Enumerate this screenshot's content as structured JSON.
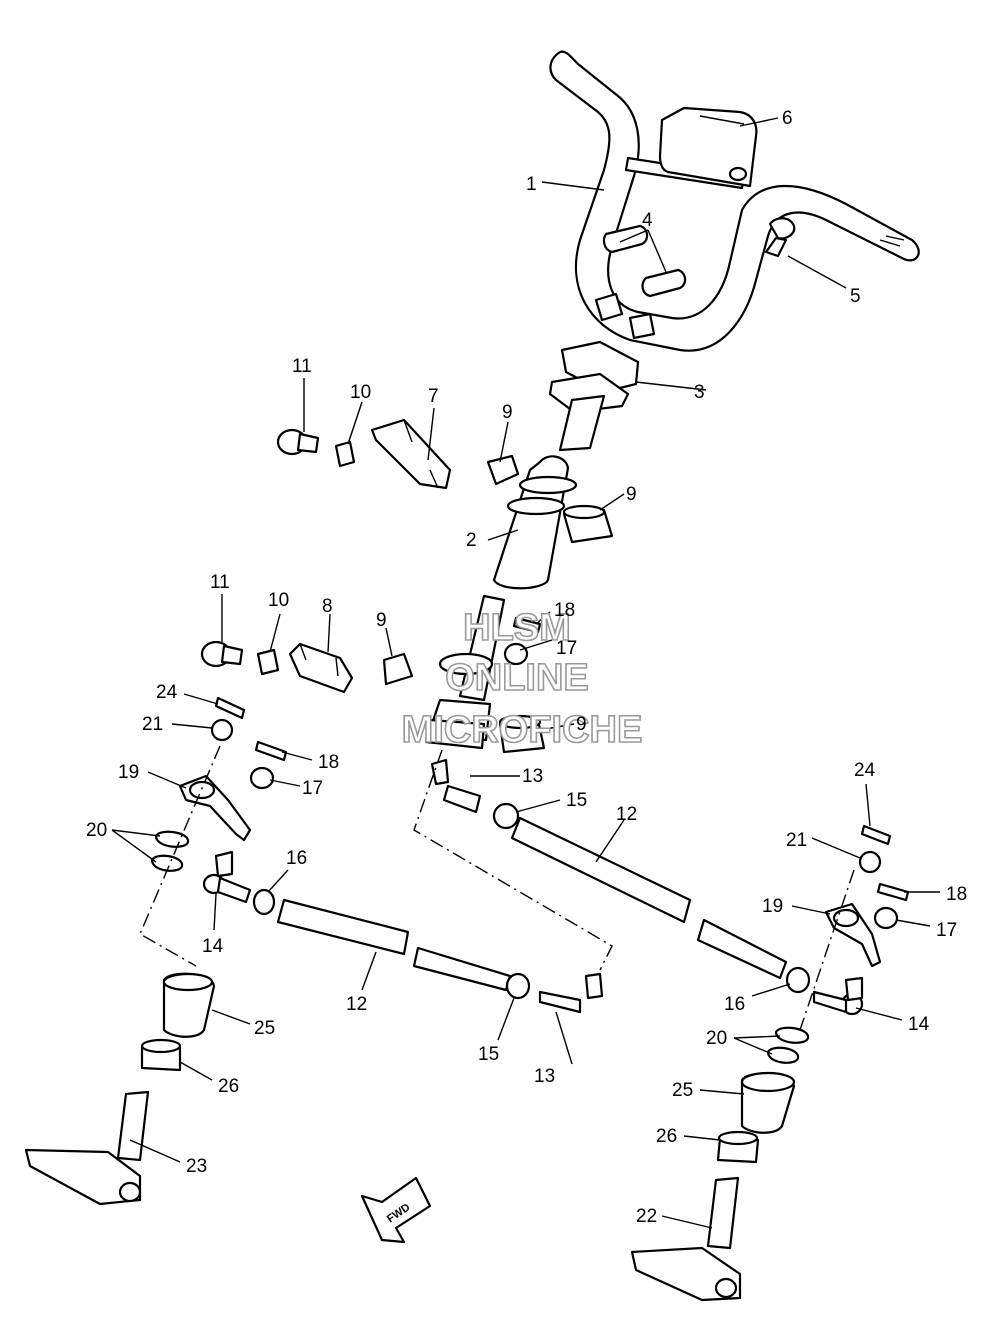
{
  "callouts": {
    "c1": "1",
    "c2": "2",
    "c3": "3",
    "c4": "4",
    "c5": "5",
    "c6": "6",
    "c7": "7",
    "c8": "8",
    "c9a": "9",
    "c9b": "9",
    "c9c": "9",
    "c9d": "9",
    "c10a": "10",
    "c10b": "10",
    "c11a": "11",
    "c11b": "11",
    "c12a": "12",
    "c12b": "12",
    "c13a": "13",
    "c13b": "13",
    "c14a": "14",
    "c14b": "14",
    "c15a": "15",
    "c15b": "15",
    "c16a": "16",
    "c16b": "16",
    "c17a": "17",
    "c17b": "17",
    "c17c": "17",
    "c18a": "18",
    "c18b": "18",
    "c18c": "18",
    "c19a": "19",
    "c19b": "19",
    "c20a": "20",
    "c20b": "20",
    "c21a": "21",
    "c21b": "21",
    "c22": "22",
    "c23": "23",
    "c24a": "24",
    "c24b": "24",
    "c25a": "25",
    "c25b": "25",
    "c26a": "26",
    "c26b": "26"
  },
  "fwd_label": "FWD",
  "watermark": {
    "line1": "HLSM",
    "line2": "ONLINE",
    "line3": "MICROFICHE"
  }
}
